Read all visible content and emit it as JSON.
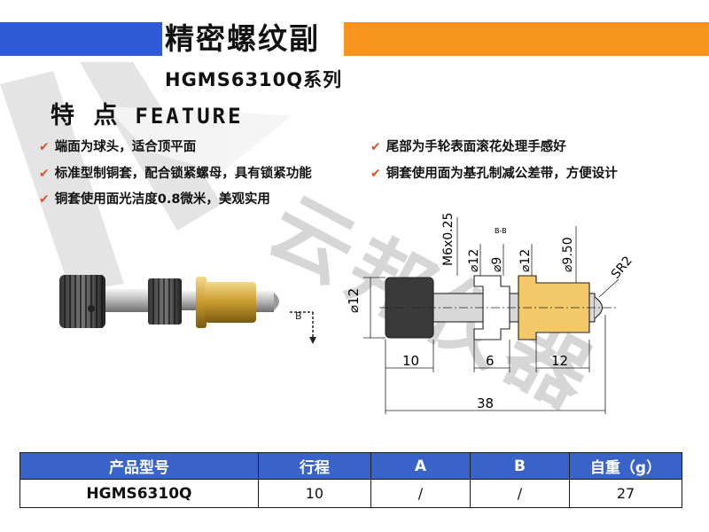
{
  "header": {
    "title": "精密螺纹副",
    "subtitle": "HGMS6310Q系列",
    "accent_blue": "#2f5bd8",
    "accent_orange": "#f7941d"
  },
  "features": {
    "heading_cn": "特 点",
    "heading_en": "FEATURE",
    "check_color": "#d9552b",
    "items": [
      "端面为球头，适合顶平面",
      "尾部为手轮表面滚花处理手感好",
      "标准型制铜套，配合锁紧螺母，具有锁紧功能",
      "铜套使用面为基孔制减公差带，方便设计",
      "铜套使用面光洁度0.8微米，美观实用"
    ]
  },
  "drawing": {
    "photo_label": "B",
    "dims": {
      "thread": "M6x0.25",
      "d12_a": "12",
      "section": "B-B",
      "d9": "9",
      "d12_b": "12",
      "d950": "9.50",
      "sr": "SR2",
      "d12_side": "12",
      "len10": "10",
      "len6": "6",
      "len12": "12",
      "len38": "38"
    }
  },
  "watermark": {
    "chars": [
      "云",
      "邦",
      "仪",
      "器"
    ]
  },
  "table": {
    "headers": [
      "产品型号",
      "行程",
      "A",
      "B",
      "自重（g）"
    ],
    "rows": [
      [
        "HGMS6310Q",
        "10",
        "/",
        "/",
        "27"
      ]
    ]
  }
}
